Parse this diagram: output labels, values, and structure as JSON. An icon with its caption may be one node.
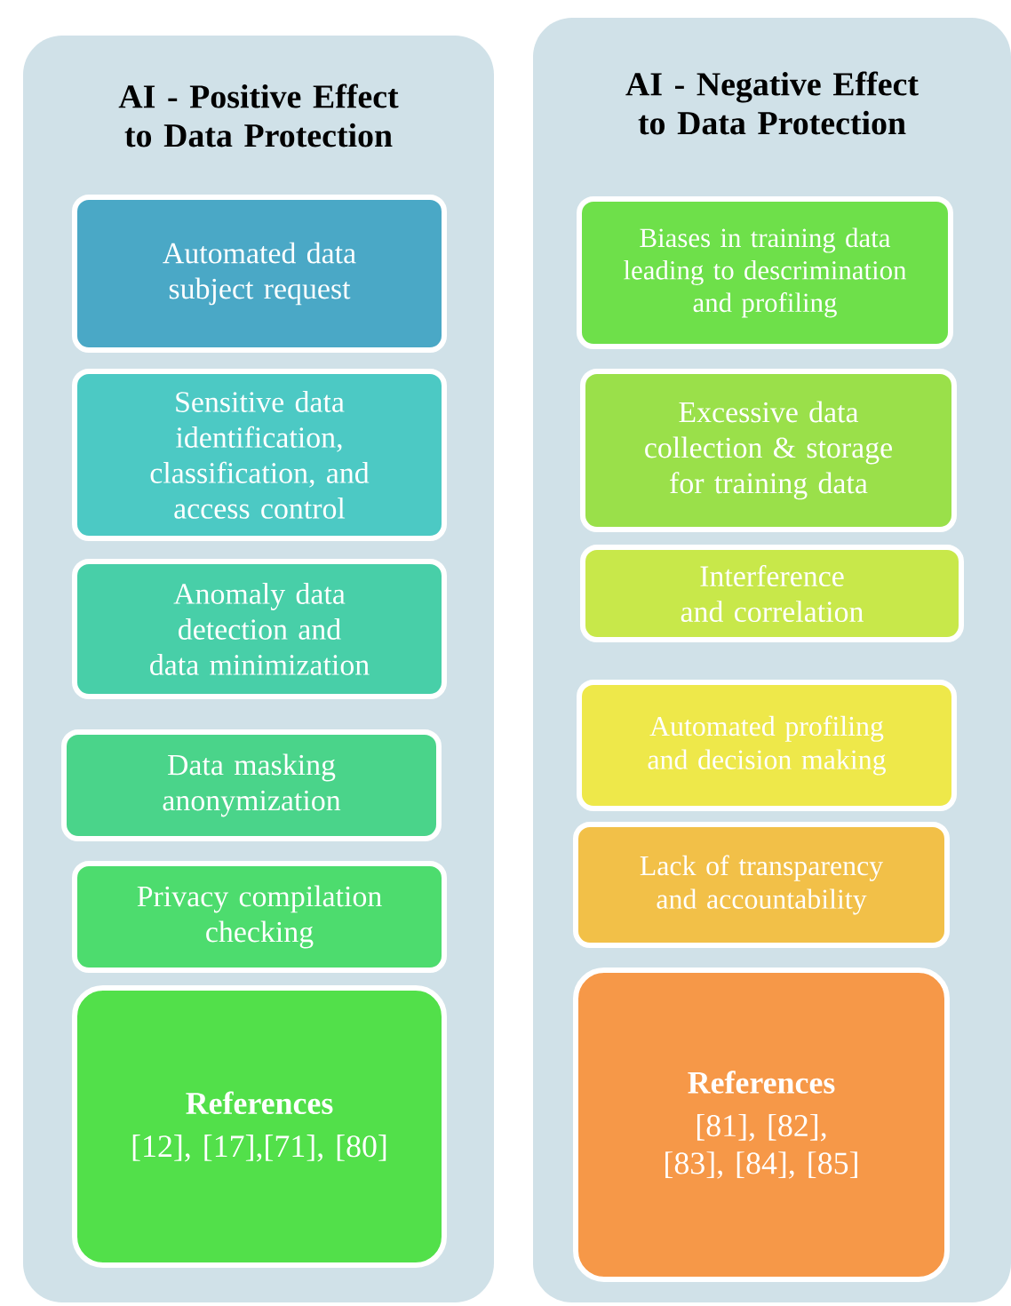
{
  "diagram": {
    "nodes": [
      {
        "text": [
          "AI - Positive Effect to Data Protection"
        ]
      },
      {
        "text": [
          "Automated data subject request"
        ],
        "in": 0
      },
      {
        "text": [
          "Sensitive data identification, classification, and access control"
        ],
        "in": 0
      },
      {
        "text": [
          "Anomaly data detection and data minimization"
        ],
        "in": 0
      },
      {
        "text": [
          "Data masking anonymization"
        ],
        "in": 0
      },
      {
        "text": [
          "Privacy compilation checking"
        ],
        "in": 0
      },
      {
        "text": [
          "References",
          "[12], [17],[71], [80]"
        ],
        "in": 0
      },
      {
        "text": [
          "AI - Negative Effect to Data Protection"
        ]
      },
      {
        "text": [
          "Biases in training data leading to descrimination and profiling"
        ],
        "in": 7
      },
      {
        "text": [
          "Excessive data collection & storage for training data"
        ],
        "in": 7
      },
      {
        "text": [
          "Interference and correlation"
        ],
        "in": 7
      },
      {
        "text": [
          "Automated profiling and decision making"
        ],
        "in": 7
      },
      {
        "text": [
          "Lack of transparency and accountability"
        ],
        "in": 7
      },
      {
        "text": [
          "References",
          "[81], [82], [83], [84], [85]"
        ],
        "in": 7
      }
    ]
  }
}
